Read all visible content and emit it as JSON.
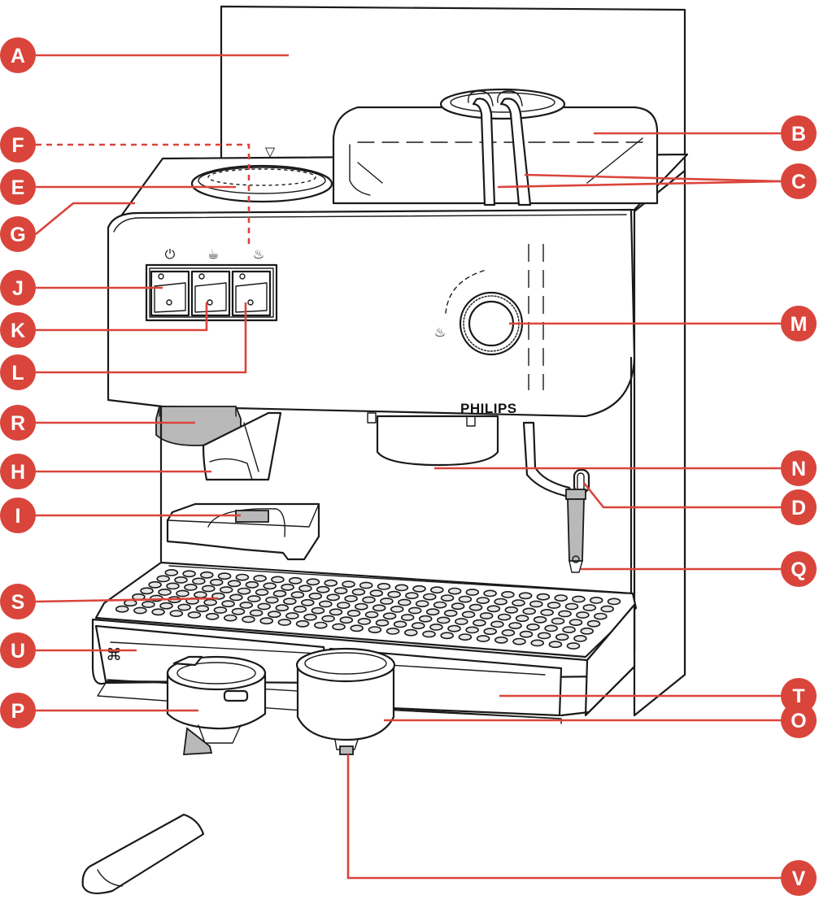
{
  "brand": "PHILIPS",
  "colors": {
    "callout": "#d9453b",
    "line": "#1a1a1a",
    "metal": "#b9b9b9"
  },
  "icons": {
    "switch_power": "power-symbol",
    "switch_coffee": "coffee-cup-symbol",
    "switch_steam": "steam-symbol",
    "steam_knob": "steam-symbol",
    "level_mark": "triangle-down"
  },
  "switch_symbols": {
    "power": "⏻",
    "coffee": "☕",
    "steam": "♨"
  },
  "steam_knob_symbol": "♨",
  "level_mark": "▽",
  "callouts": {
    "A": "A",
    "B": "B",
    "C": "C",
    "D": "D",
    "E": "E",
    "F": "F",
    "G": "G",
    "H": "H",
    "I": "I",
    "J": "J",
    "K": "K",
    "L": "L",
    "M": "M",
    "N": "N",
    "O": "O",
    "P": "P",
    "Q": "Q",
    "R": "R",
    "S": "S",
    "T": "T",
    "U": "U",
    "V": "V"
  }
}
